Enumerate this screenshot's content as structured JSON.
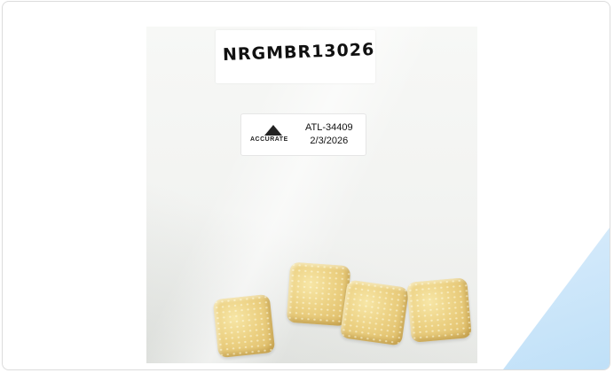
{
  "photo": {
    "handwritten_label": "NRGMBR13026",
    "lab_label": {
      "logo_text": "ACCURATE",
      "sample_id": "ATL-34409",
      "date": "2/3/2026"
    },
    "gummy_count": 4,
    "colors": {
      "gummy": "#ecd183",
      "background": "#f2f3f1",
      "corner_accent": "#bfe0f8"
    }
  }
}
